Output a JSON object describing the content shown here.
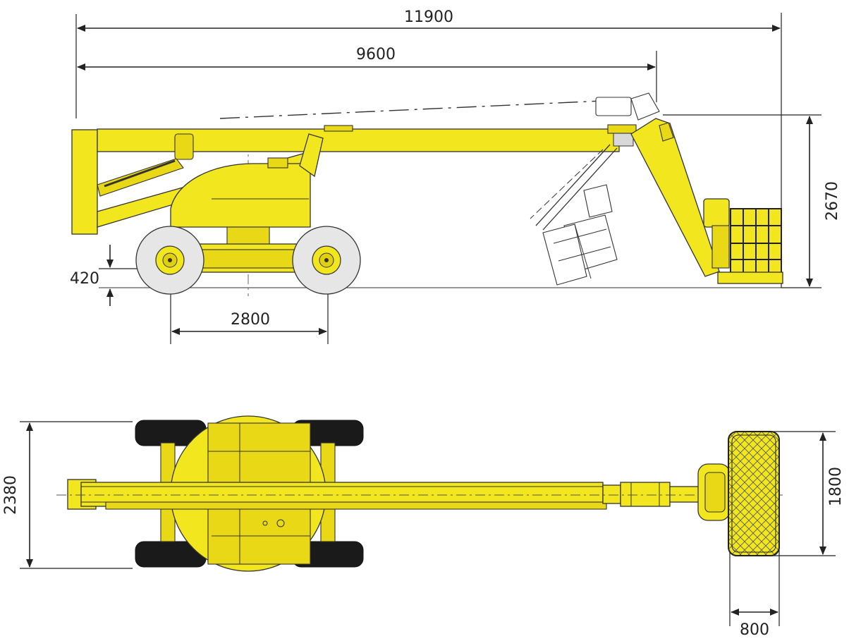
{
  "colors": {
    "machine": "#f2e61e",
    "machine_shade": "#e8d816",
    "tire": "#1a1a1a",
    "outline": "#333333"
  },
  "side_view": {
    "dim_total_length": "11900",
    "dim_boom_length": "9600",
    "dim_height": "2670",
    "dim_ground_clearance": "420",
    "dim_wheelbase": "2800"
  },
  "top_view": {
    "dim_width": "2380",
    "dim_platform_width": "1800",
    "dim_platform_depth": "800"
  }
}
